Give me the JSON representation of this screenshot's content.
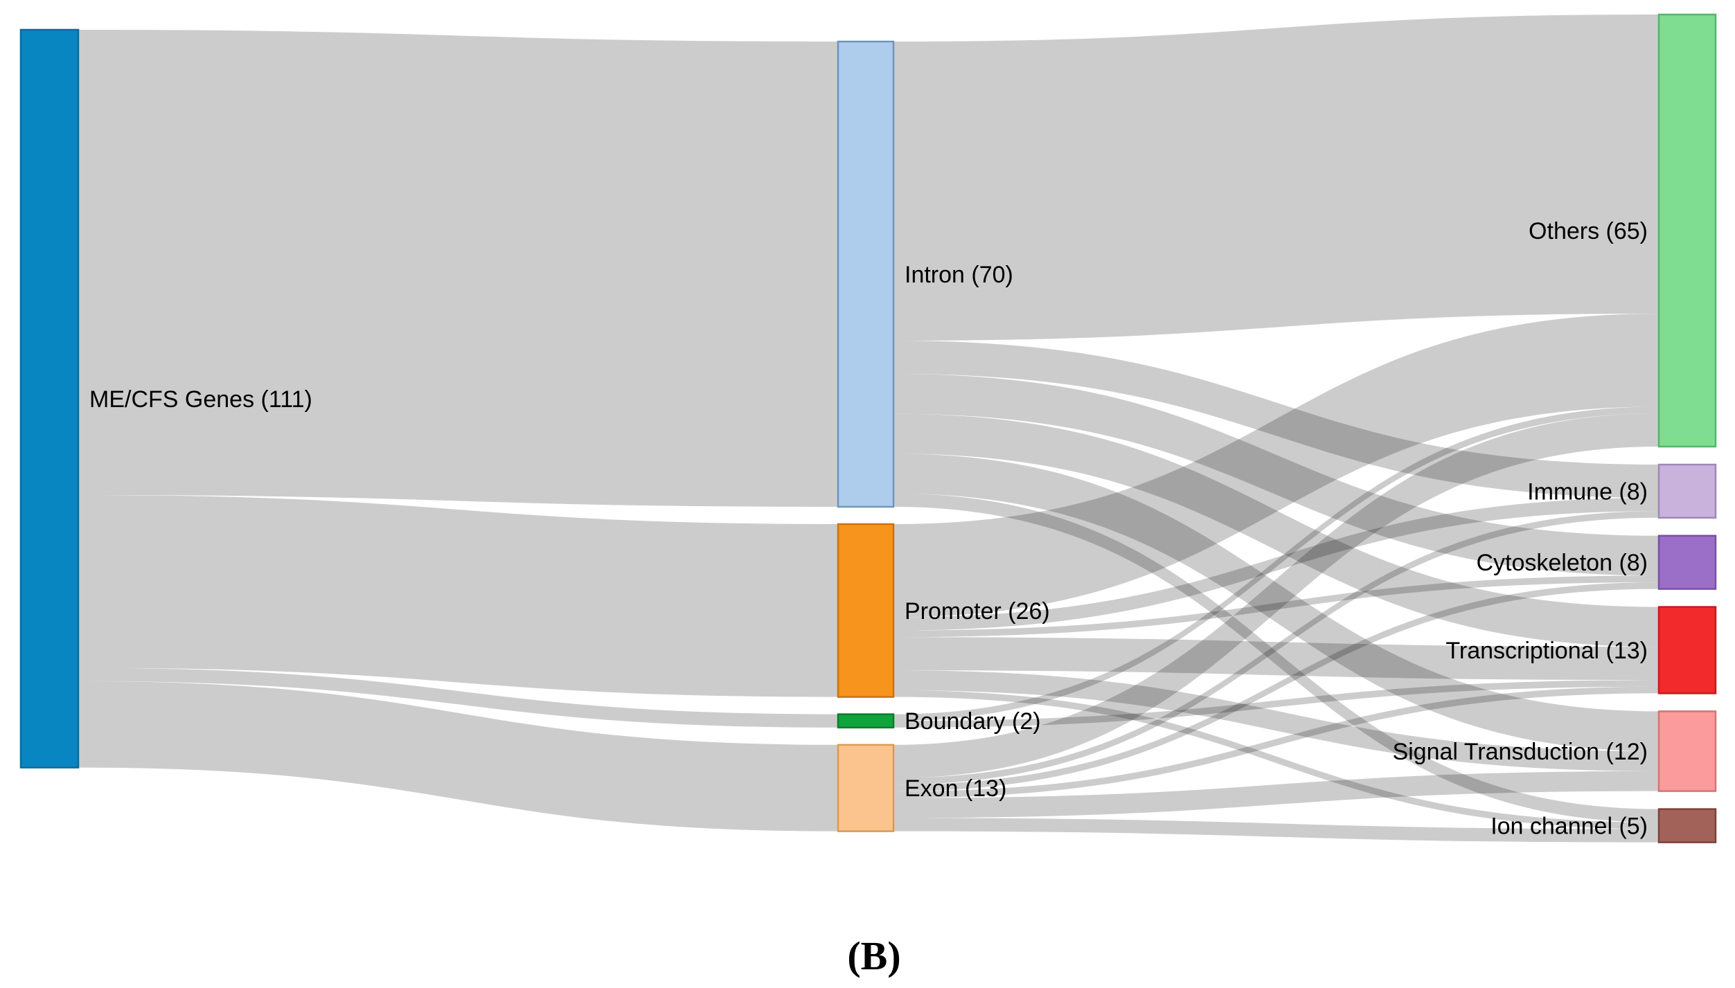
{
  "figure": {
    "caption": "(B)",
    "description": "Sankey diagram of ME/CFS genes partitioned by genomic region and functional category"
  },
  "chart_data": {
    "type": "sankey",
    "title": "",
    "unit": "genes",
    "columns": [
      "source",
      "genomic-region",
      "functional-category"
    ],
    "flow_color": "rgba(0,0,0,0.2)",
    "link_values_estimated": true,
    "nodes": [
      {
        "id": "mecfs",
        "label": "ME/CFS Genes (111)",
        "value": 111,
        "column": 0,
        "color": "#0886c2",
        "border": "#11699a"
      },
      {
        "id": "intron",
        "label": "Intron (70)",
        "value": 70,
        "column": 1,
        "color": "#aecdec",
        "border": "#6f94ba"
      },
      {
        "id": "promoter",
        "label": "Promoter (26)",
        "value": 26,
        "column": 1,
        "color": "#f7941e",
        "border": "#c87312"
      },
      {
        "id": "boundary",
        "label": "Boundary (2)",
        "value": 2,
        "column": 1,
        "color": "#12a43c",
        "border": "#0b7c2a"
      },
      {
        "id": "exon",
        "label": "Exon (13)",
        "value": 13,
        "column": 1,
        "color": "#fbc38e",
        "border": "#d99a58"
      },
      {
        "id": "others",
        "label": "Others (65)",
        "value": 65,
        "column": 2,
        "color": "#7edd90",
        "border": "#54b569"
      },
      {
        "id": "immune",
        "label": "Immune (8)",
        "value": 8,
        "column": 2,
        "color": "#c9b3dc",
        "border": "#9f87b8"
      },
      {
        "id": "cytoskeleton",
        "label": "Cytoskeleton (8)",
        "value": 8,
        "column": 2,
        "color": "#9b6fc8",
        "border": "#7a4fa5"
      },
      {
        "id": "transcriptional",
        "label": "Transcriptional (13)",
        "value": 13,
        "column": 2,
        "color": "#f22a2b",
        "border": "#c01d1e"
      },
      {
        "id": "signal",
        "label": "Signal Transduction (12)",
        "value": 12,
        "column": 2,
        "color": "#fb9b9b",
        "border": "#d47472"
      },
      {
        "id": "ion",
        "label": "Ion channel (5)",
        "value": 5,
        "column": 2,
        "color": "#a2625a",
        "border": "#7c4238"
      }
    ],
    "links": [
      {
        "source": "mecfs",
        "target": "intron",
        "value": 70
      },
      {
        "source": "mecfs",
        "target": "promoter",
        "value": 26
      },
      {
        "source": "mecfs",
        "target": "boundary",
        "value": 2
      },
      {
        "source": "mecfs",
        "target": "exon",
        "value": 13
      },
      {
        "source": "intron",
        "target": "others",
        "value": 45
      },
      {
        "source": "intron",
        "target": "immune",
        "value": 5
      },
      {
        "source": "intron",
        "target": "cytoskeleton",
        "value": 6
      },
      {
        "source": "intron",
        "target": "transcriptional",
        "value": 6
      },
      {
        "source": "intron",
        "target": "signal",
        "value": 6
      },
      {
        "source": "intron",
        "target": "ion",
        "value": 2
      },
      {
        "source": "promoter",
        "target": "others",
        "value": 14
      },
      {
        "source": "promoter",
        "target": "immune",
        "value": 2
      },
      {
        "source": "promoter",
        "target": "cytoskeleton",
        "value": 1
      },
      {
        "source": "promoter",
        "target": "transcriptional",
        "value": 5
      },
      {
        "source": "promoter",
        "target": "signal",
        "value": 3
      },
      {
        "source": "promoter",
        "target": "ion",
        "value": 1
      },
      {
        "source": "boundary",
        "target": "others",
        "value": 1
      },
      {
        "source": "boundary",
        "target": "transcriptional",
        "value": 1
      },
      {
        "source": "exon",
        "target": "others",
        "value": 5
      },
      {
        "source": "exon",
        "target": "immune",
        "value": 1
      },
      {
        "source": "exon",
        "target": "cytoskeleton",
        "value": 1
      },
      {
        "source": "exon",
        "target": "transcriptional",
        "value": 1
      },
      {
        "source": "exon",
        "target": "signal",
        "value": 3
      },
      {
        "source": "exon",
        "target": "ion",
        "value": 2
      }
    ]
  }
}
